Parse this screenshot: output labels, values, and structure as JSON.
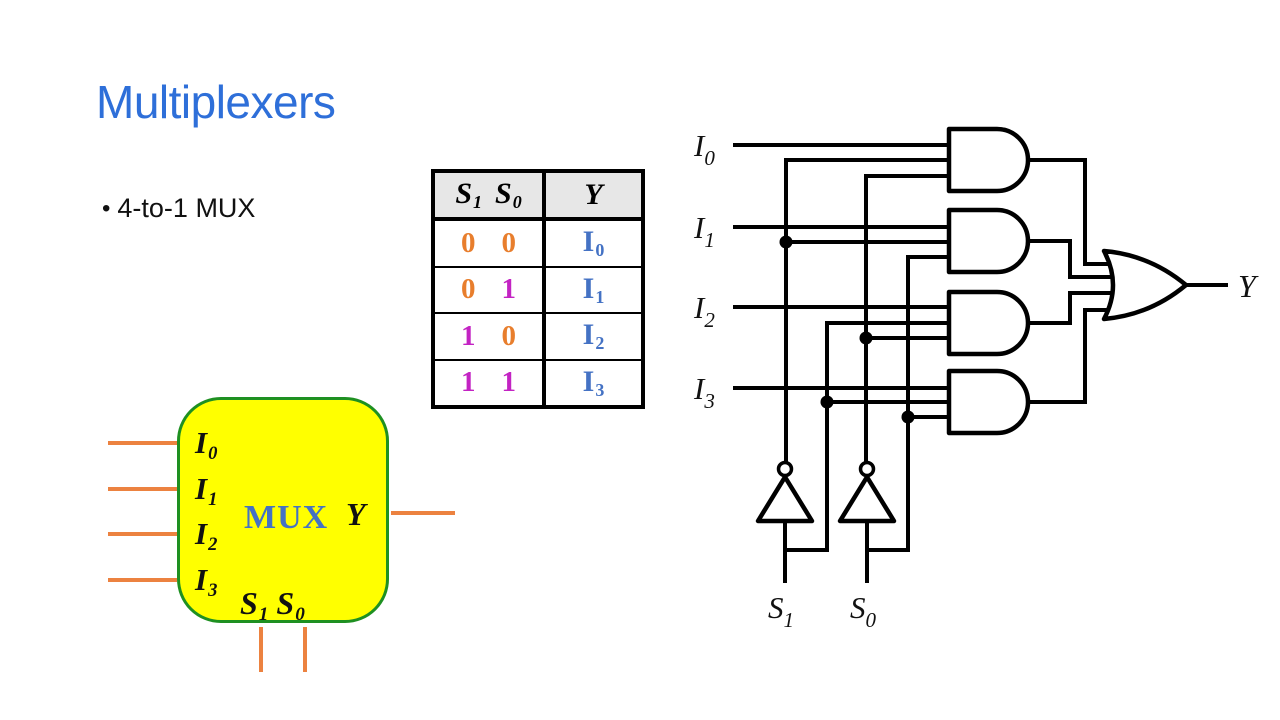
{
  "title": "Multiplexers",
  "bullet": {
    "glyph": "•",
    "text": "4-to-1 MUX"
  },
  "colors": {
    "title_blue": "#2E6FD9",
    "value_blue": "#4472C4",
    "digit_orange": "#E87E2D",
    "digit_magenta": "#C323C3",
    "box_fill": "#FFFF00",
    "box_border": "#1E9021",
    "wire_orange": "#EC8240",
    "table_header_bg": "#E7E7E7",
    "ink": "#000000"
  },
  "truth_table": {
    "header": {
      "s1_base": "S",
      "s1_sub": "1",
      "s0_base": "S",
      "s0_sub": "0",
      "y": "Y"
    },
    "rows": [
      {
        "s1": "0",
        "s1_color": "#E87E2D",
        "s0": "0",
        "s0_color": "#E87E2D",
        "out_base": "I",
        "out_sub": "0"
      },
      {
        "s1": "0",
        "s1_color": "#E87E2D",
        "s0": "1",
        "s0_color": "#C323C3",
        "out_base": "I",
        "out_sub": "1"
      },
      {
        "s1": "1",
        "s1_color": "#C323C3",
        "s0": "0",
        "s0_color": "#E87E2D",
        "out_base": "I",
        "out_sub": "2"
      },
      {
        "s1": "1",
        "s1_color": "#C323C3",
        "s0": "1",
        "s0_color": "#C323C3",
        "out_base": "I",
        "out_sub": "3"
      }
    ]
  },
  "mux_block": {
    "label": "MUX",
    "output": "Y",
    "inputs": [
      {
        "base": "I",
        "sub": "0"
      },
      {
        "base": "I",
        "sub": "1"
      },
      {
        "base": "I",
        "sub": "2"
      },
      {
        "base": "I",
        "sub": "3"
      }
    ],
    "selects": [
      {
        "base": "S",
        "sub": "1"
      },
      {
        "base": "S",
        "sub": "0"
      }
    ]
  },
  "circuit": {
    "inputs": [
      {
        "base": "I",
        "sub": "0"
      },
      {
        "base": "I",
        "sub": "1"
      },
      {
        "base": "I",
        "sub": "2"
      },
      {
        "base": "I",
        "sub": "3"
      }
    ],
    "selects": [
      {
        "base": "S",
        "sub": "1"
      },
      {
        "base": "S",
        "sub": "0"
      }
    ],
    "output": "Y",
    "gate_icons": [
      "and-gate",
      "and-gate",
      "and-gate",
      "and-gate",
      "or-gate",
      "not-gate",
      "not-gate"
    ]
  }
}
